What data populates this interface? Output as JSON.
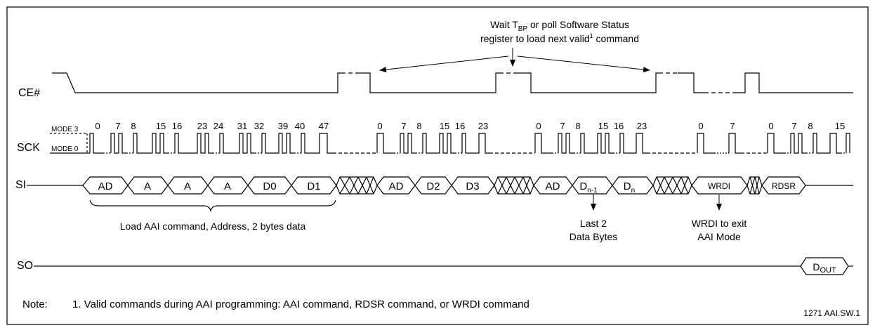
{
  "callout": {
    "line1": "Wait T",
    "line1_sub": "BP",
    "line1_rest": " or poll Software Status",
    "line2": "register to load next valid",
    "line2_sup": "1",
    "line2_rest": " command"
  },
  "signals": {
    "ce": "CE#",
    "sck": "SCK",
    "si": "SI",
    "so": "SO",
    "mode3": "MODE 3",
    "mode0": "MODE 0"
  },
  "clock_labels": [
    "0",
    "7",
    "8",
    "15",
    "16",
    "23",
    "24",
    "31",
    "32",
    "39",
    "40",
    "47",
    "0",
    "7",
    "8",
    "15",
    "16",
    "23",
    "0",
    "7",
    "8",
    "15",
    "16",
    "23",
    "0",
    "7",
    "0",
    "7",
    "8",
    "15"
  ],
  "si_cells": [
    "AD",
    "A",
    "A",
    "A",
    "D0",
    "D1",
    "AD",
    "D2",
    "D3",
    "AD",
    "D",
    "D",
    "WRDI",
    "RDSR"
  ],
  "si_subs": {
    "dn1": "n-1",
    "dn": "n"
  },
  "so_cell": {
    "main": "D",
    "sub": "OUT"
  },
  "annotations": {
    "load": "Load AAI command, Address, 2 bytes data",
    "last2_line1": "Last 2",
    "last2_line2": "Data Bytes",
    "wrdi_line1": "WRDI to exit",
    "wrdi_line2": "AAI Mode"
  },
  "note": {
    "label": "Note:",
    "text": "1. Valid commands during AAI programming: AAI command, RDSR command, or WRDI command"
  },
  "figure_id": "1271 AAI.SW.1"
}
